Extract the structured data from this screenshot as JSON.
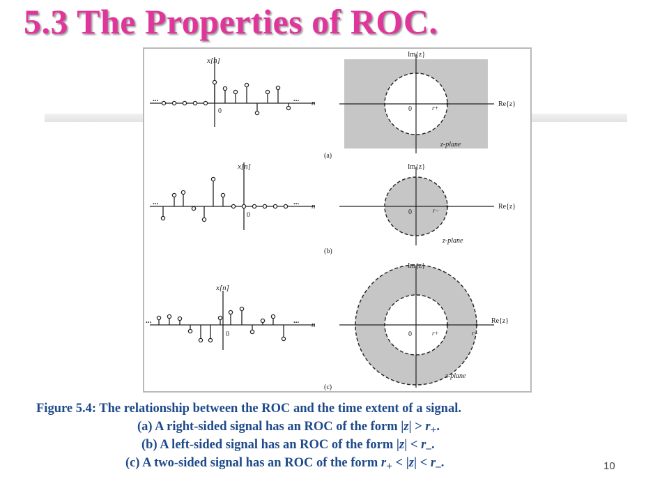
{
  "slide": {
    "title": "5.3 The Properties of ROC.",
    "page_number": "10"
  },
  "figure": {
    "signal_label": "x[n]",
    "n_axis_label": "n",
    "origin_label": "0",
    "ellipsis": "...",
    "im_axis_label": "Im{z}",
    "re_axis_label": "Re{z}",
    "zplane_label": "z-plane",
    "r_plus_label": "r+",
    "r_minus_label": "r−",
    "panels": [
      {
        "id": "a",
        "label": "(a)",
        "roc": "exterior"
      },
      {
        "id": "b",
        "label": "(b)",
        "roc": "interior"
      },
      {
        "id": "c",
        "label": "(c)",
        "roc": "annulus"
      }
    ]
  },
  "caption": {
    "line1": "Figure 5.4: The relationship between the ROC and the time extent of a signal.",
    "line2_pre": "(a) A right-sided signal has an ROC of the form |",
    "line2_z": "z",
    "line2_mid": "| > ",
    "line2_r": "r",
    "line2_sub": "+",
    "line2_end": ".",
    "line3_pre": "(b) A left-sided signal has an ROC of the form |",
    "line3_z": "z",
    "line3_mid": "| < ",
    "line3_r": "r",
    "line3_sub": "–",
    "line3_end": ".",
    "line4_pre": "(c) A two-sided signal has an ROC of the form ",
    "line4_r1": "r",
    "line4_sub1": "+",
    "line4_mid1": " < |",
    "line4_z": "z",
    "line4_mid2": "| < ",
    "line4_r2": "r",
    "line4_sub2": "–",
    "line4_end": "."
  },
  "colors": {
    "title": "#e0359a",
    "caption": "#1e4a8a",
    "roc_fill": "#c6c6c6"
  }
}
